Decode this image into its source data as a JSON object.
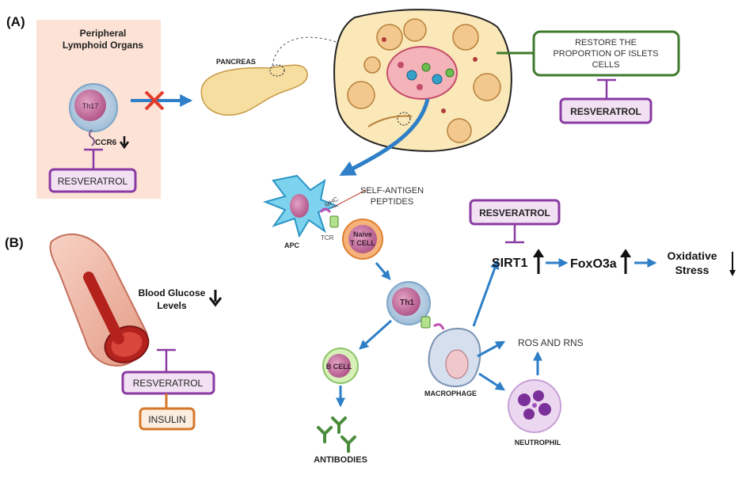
{
  "panels": {
    "a_label": "(A)",
    "b_label": "(B)"
  },
  "peripheral": {
    "title_line1": "Peripheral",
    "title_line2": "Lymphoid Organs",
    "th17": "Th17",
    "ccr6": "CCR6",
    "resveratrol": "RESVERATROL"
  },
  "pancreas": {
    "label": "PANCREAS"
  },
  "islets": {
    "restore_line1": "RESTORE THE",
    "restore_line2": "PROPORTION OF ISLETS",
    "restore_line3": "CELLS",
    "resveratrol": "RESVERATROL"
  },
  "immune": {
    "self_antigen_line1": "SELF-ANTIGEN",
    "self_antigen_line2": "PEPTIDES",
    "mhc": "MHC",
    "tcr": "TCR",
    "apc": "APC",
    "naive_line1": "Naive",
    "naive_line2": "T CELL",
    "th1": "Th1",
    "bcell": "B CELL",
    "antibodies": "ANTIBODIES",
    "macrophage": "MACROPHAGE",
    "ros_rns": "ROS AND RNS",
    "neutrophil": "NEUTROPHIL"
  },
  "pathway": {
    "resveratrol": "RESVERATROL",
    "sirt1": "SIRT1",
    "foxo3a": "FoxO3a",
    "oxidative_line1": "Oxidative",
    "oxidative_line2": "Stress"
  },
  "glucose": {
    "line1": "Blood Glucose",
    "line2": "Levels",
    "resveratrol": "RESVERATROL",
    "insulin": "INSULIN"
  },
  "colors": {
    "arrow_blue": "#2e7fc7",
    "inhibit_purple": "#8a3aa3",
    "box_fill": "#f2e1f3",
    "green_border": "#3f7a2e",
    "insulin_border": "#d6772a",
    "peach_bg": "#fde2d6"
  }
}
